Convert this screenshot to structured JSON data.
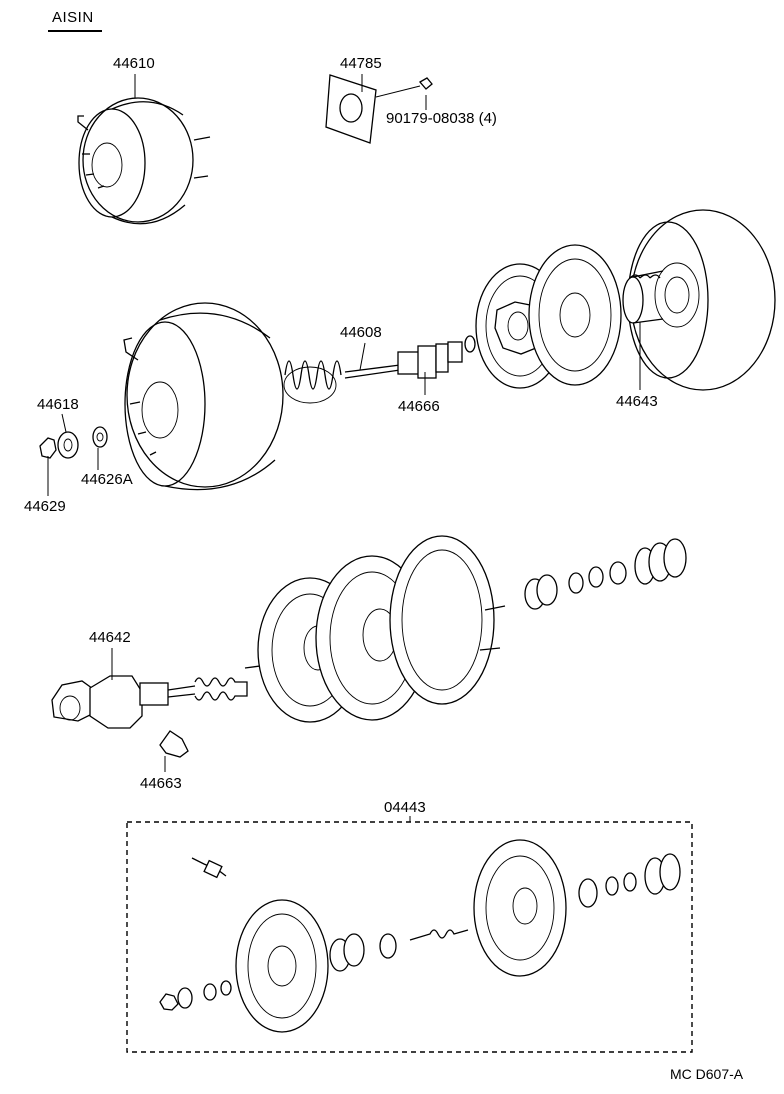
{
  "brand": "AISIN",
  "figure_code": "MC D607-A",
  "parts": [
    {
      "id": "p44610",
      "number": "44610"
    },
    {
      "id": "p44785",
      "number": "44785"
    },
    {
      "id": "p90179",
      "number": "90179-08038 (4)"
    },
    {
      "id": "p44608",
      "number": "44608"
    },
    {
      "id": "p44666",
      "number": "44666"
    },
    {
      "id": "p44643",
      "number": "44643"
    },
    {
      "id": "p44618",
      "number": "44618"
    },
    {
      "id": "p44626A",
      "number": "44626A"
    },
    {
      "id": "p44629",
      "number": "44629"
    },
    {
      "id": "p44642",
      "number": "44642"
    },
    {
      "id": "p44663",
      "number": "44663"
    },
    {
      "id": "p04443",
      "number": "04443"
    }
  ]
}
